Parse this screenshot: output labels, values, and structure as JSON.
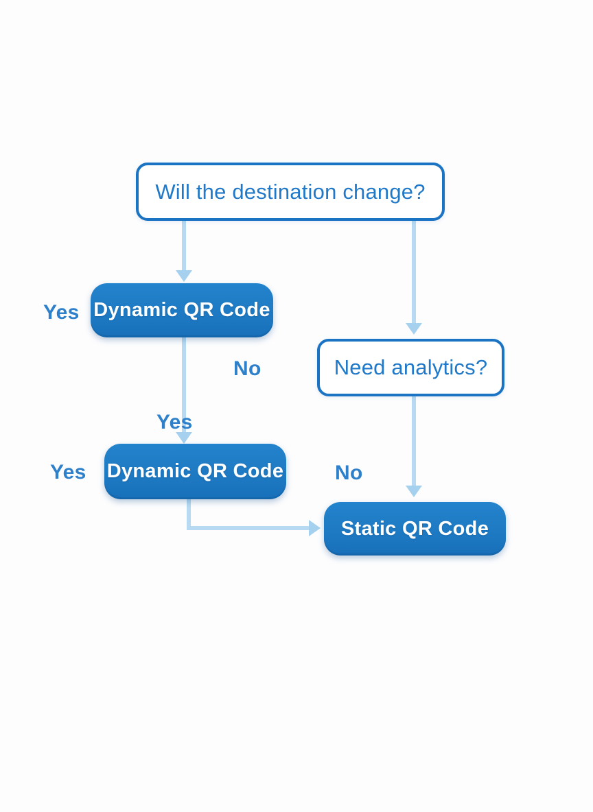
{
  "background": "#fdfdfe",
  "colors": {
    "bg": "#fdfdfe",
    "node_fill": "#1c77c0",
    "node_fill_light": "#2383cc",
    "node_fill_dark": "#176fb8",
    "node_border": "#1a73c3",
    "node_text_blue": "#2079c8",
    "label_blue": "#2e80ca",
    "connector": "#b7daf2",
    "arrowhead": "#a5d1ef"
  },
  "diagram": {
    "title": "QR code type decision flowchart",
    "nodes": {
      "root": {
        "label": "Will the destination change?",
        "type": "decision"
      },
      "dynamic1": {
        "label": "Dynamic QR Code",
        "type": "result"
      },
      "analytics": {
        "label": "Need analytics?",
        "type": "decision"
      },
      "dynamic2": {
        "label": "Dynamic QR Code",
        "type": "result"
      },
      "static": {
        "label": "Static QR Code",
        "type": "result"
      }
    },
    "edge_labels": {
      "yes1": "Yes",
      "no1": "No",
      "yes2": "Yes",
      "yes3": "Yes",
      "no2": "No"
    },
    "edges": [
      {
        "from": "root",
        "to": "dynamic1",
        "label": "Yes"
      },
      {
        "from": "root",
        "to": "analytics",
        "label": "No"
      },
      {
        "from": "dynamic1",
        "to": "dynamic2",
        "label": "Yes"
      },
      {
        "from": "analytics",
        "to": "static",
        "label": "No"
      },
      {
        "from": "dynamic2",
        "to": "static",
        "label": ""
      }
    ]
  }
}
